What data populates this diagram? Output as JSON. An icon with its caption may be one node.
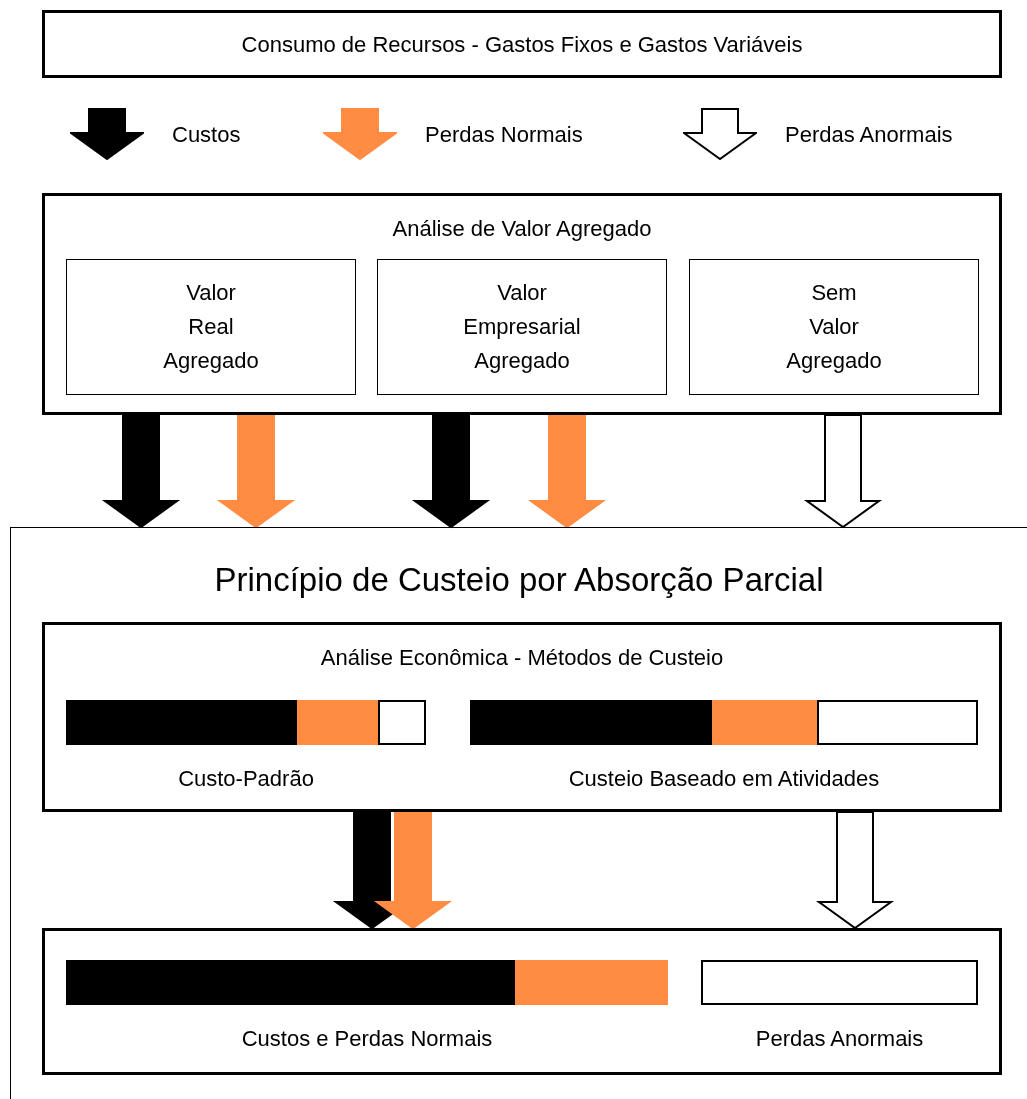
{
  "diagram": {
    "nodes": [
      {
        "text": [
          "Consumo de Recursos - Gastos Fixos e Gastos Variáveis"
        ]
      },
      {
        "text": [
          "Análise de Valor Agregado"
        ]
      },
      {
        "text": [
          "Valor Real Agregado"
        ],
        "in": 1
      },
      {
        "text": [
          "Valor Empresarial Agregado"
        ],
        "in": 1
      },
      {
        "text": [
          "Sem Valor Agregado"
        ],
        "in": 1
      },
      {
        "text": [
          "Princípio de Custeio por Absorção Parcial"
        ]
      },
      {
        "text": [
          "Análise Econômica - Métodos de Custeio"
        ],
        "in": 5
      },
      {
        "text": [
          "Custo-Padrão"
        ],
        "in": 6
      },
      {
        "text": [
          "Custeio Baseado em Atividades"
        ],
        "in": 6
      },
      {
        "text": [],
        "shape": "box",
        "in": 5
      },
      {
        "text": [
          "Custos e Perdas Normais"
        ],
        "in": 9
      },
      {
        "text": [
          "Perdas Anormais"
        ],
        "in": 9
      }
    ],
    "edges": [
      {
        "from": 1,
        "to": 5,
        "arrow": "to",
        "style": "thick",
        "color": "#000000"
      },
      {
        "from": 1,
        "to": 5,
        "arrow": "to",
        "style": "thick",
        "color": "#ff8c42"
      },
      {
        "from": 1,
        "to": 5,
        "arrow": "to",
        "style": "thick",
        "color": "#000000"
      },
      {
        "from": 1,
        "to": 5,
        "arrow": "to",
        "style": "thick",
        "color": "#ff8c42"
      },
      {
        "from": 1,
        "to": 5,
        "arrow": "to",
        "style": "thick",
        "color": "#ffffff"
      },
      {
        "from": 6,
        "to": 9,
        "arrow": "to",
        "style": "thick",
        "color": "#000000"
      },
      {
        "from": 6,
        "to": 9,
        "arrow": "to",
        "style": "thick",
        "color": "#ff8c42"
      },
      {
        "from": 6,
        "to": 9,
        "arrow": "to",
        "style": "thick",
        "color": "#ffffff"
      }
    ],
    "legend": [
      {
        "text": "Custos",
        "color": "#000000"
      },
      {
        "text": "Perdas Normais",
        "color": "#ff8c42"
      },
      {
        "text": "Perdas Anormais",
        "color": "#ffffff"
      }
    ]
  }
}
